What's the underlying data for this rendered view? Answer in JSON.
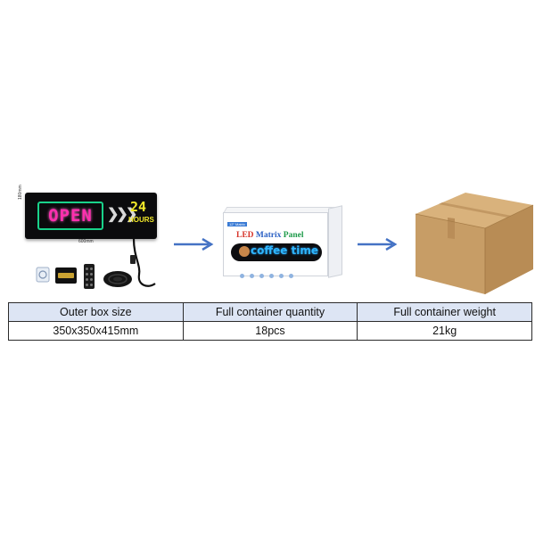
{
  "table": {
    "headers": [
      "Outer box size",
      "Full container quantity",
      "Full container weight"
    ],
    "values": [
      "350x350x415mm",
      "18pcs",
      "21kg"
    ]
  },
  "product_sign": {
    "main_text": "OPEN",
    "hours_number": "24",
    "hours_label": "HOURS",
    "dimension_height": "180mm",
    "dimension_width": "600mm"
  },
  "product_box": {
    "tag": "12\" Matrix",
    "title_parts": [
      "LED",
      "Matrix",
      "Panel"
    ],
    "banner_text": "coffee time"
  },
  "colors": {
    "arrow": "#4472c4",
    "table_header_bg": "#dde5f4",
    "led_open": "#ff2fae",
    "led_frame": "#19d28a",
    "led_hours": "#f3ea2a",
    "carton": "#c9a06b"
  }
}
